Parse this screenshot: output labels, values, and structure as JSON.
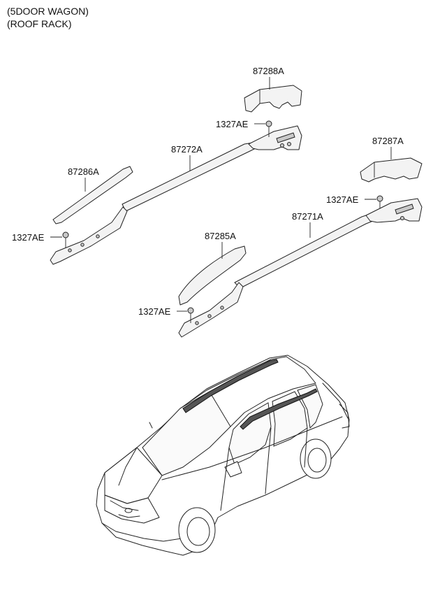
{
  "header": {
    "line1": "(5DOOR WAGON)",
    "line2": "(ROOF RACK)"
  },
  "callouts": {
    "cover_front_right_top": "87288A",
    "nut_upper": "1327AE",
    "rail_left": "87272A",
    "cover_front_right_lower": "87287A",
    "end_cover_left": "87286A",
    "nut_right": "1327AE",
    "rail_right": "87271A",
    "nut_left": "1327AE",
    "end_cover_right": "87285A",
    "nut_lower": "1327AE"
  }
}
